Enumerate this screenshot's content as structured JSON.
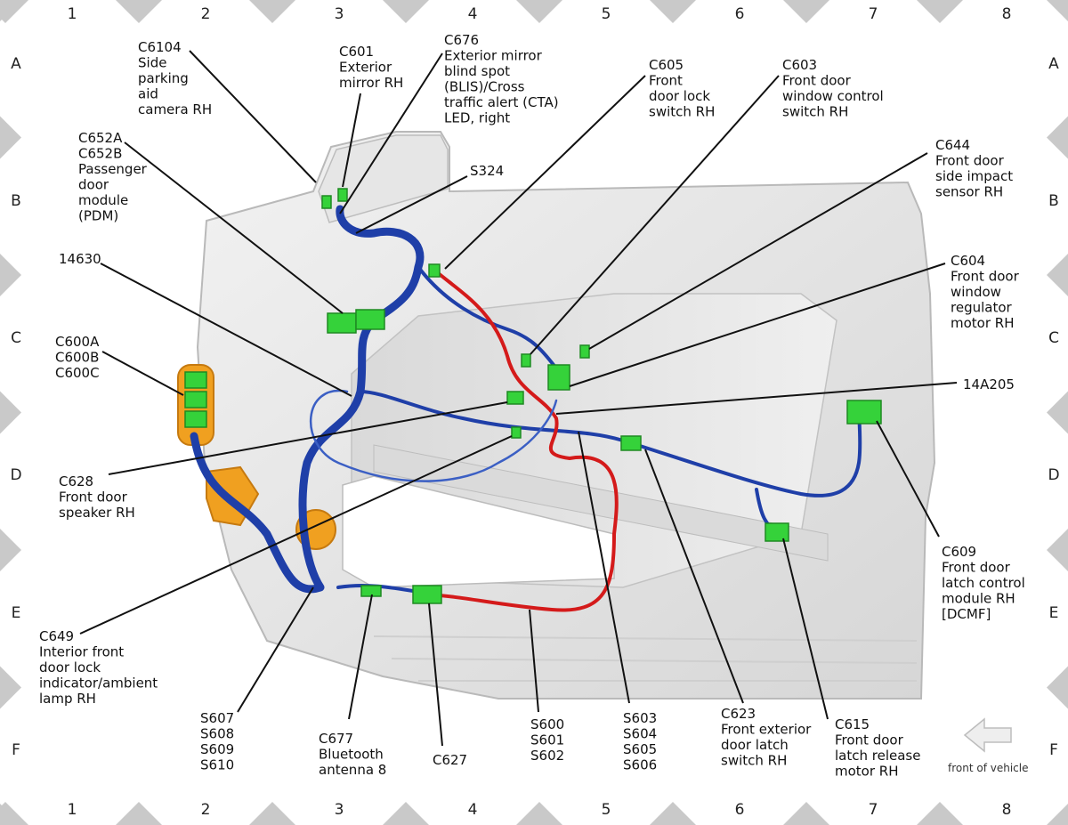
{
  "grid": {
    "columns": [
      "1",
      "2",
      "3",
      "4",
      "5",
      "6",
      "7",
      "8"
    ],
    "rows": [
      "A",
      "B",
      "C",
      "D",
      "E",
      "F"
    ]
  },
  "callouts": {
    "c6104": [
      "C6104",
      "Side",
      "parking",
      "aid",
      "camera RH"
    ],
    "c601": [
      "C601",
      "Exterior",
      "mirror RH"
    ],
    "c676": [
      "C676",
      "Exterior mirror",
      "blind spot",
      "(BLIS)/Cross",
      "traffic alert (CTA)",
      "LED, right"
    ],
    "c605": [
      "C605",
      "Front",
      "door lock",
      "switch RH"
    ],
    "c603": [
      "C603",
      "Front door",
      "window control",
      "switch RH"
    ],
    "c652": [
      "C652A",
      "C652B",
      "Passenger",
      "door",
      "module",
      "(PDM)"
    ],
    "s324": [
      "S324"
    ],
    "c644": [
      "C644",
      "Front door",
      "side impact",
      "sensor RH"
    ],
    "n14630": [
      "14630"
    ],
    "c604": [
      "C604",
      "Front door",
      "window",
      "regulator",
      "motor RH"
    ],
    "c600": [
      "C600A",
      "C600B",
      "C600C"
    ],
    "n14a205": [
      "14A205"
    ],
    "c628": [
      "C628",
      "Front door",
      "speaker RH"
    ],
    "c609": [
      "C609",
      "Front door",
      "latch control",
      "module RH",
      "[DCMF]"
    ],
    "c649": [
      "C649",
      "Interior front",
      "door lock",
      "indicator/ambient",
      "lamp RH"
    ],
    "s607": [
      "S607",
      "S608",
      "S609",
      "S610"
    ],
    "c677": [
      "C677",
      "Bluetooth",
      "antenna 8"
    ],
    "c627": [
      "C627"
    ],
    "s600": [
      "S600",
      "S601",
      "S602"
    ],
    "s603": [
      "S603",
      "S604",
      "S605",
      "S606"
    ],
    "c623": [
      "C623",
      "Front exterior",
      "door latch",
      "switch RH"
    ],
    "c615": [
      "C615",
      "Front door",
      "latch release",
      "motor RH"
    ]
  },
  "front_of_vehicle": "front of vehicle",
  "colors": {
    "harness_blue": "#1f3fa8",
    "wire_red": "#d41a1a",
    "connector_green": "#35d23a",
    "grommet_orange": "#f0a020",
    "door_panel": "#e3e3e3",
    "leader_line": "#111111"
  }
}
